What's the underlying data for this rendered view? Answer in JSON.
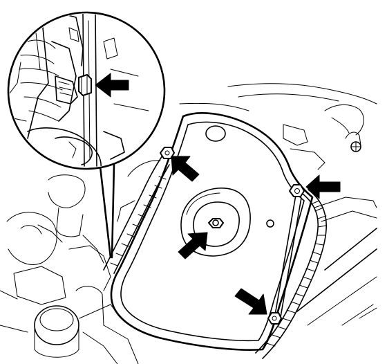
{
  "figure": {
    "kind": "line-art service diagram",
    "colors": {
      "ink": "#000000",
      "paper": "#ffffff"
    },
    "callout_count": 5,
    "callouts": [
      {
        "id": "connector",
        "marks": "connector-clip-icon"
      },
      {
        "id": "upper-left-bolt",
        "marks": "bolt-icon"
      },
      {
        "id": "center-nut",
        "marks": "nut-icon"
      },
      {
        "id": "upper-right-bolt",
        "marks": "bolt-icon"
      },
      {
        "id": "lower-right-bolt",
        "marks": "bolt-icon"
      }
    ]
  }
}
